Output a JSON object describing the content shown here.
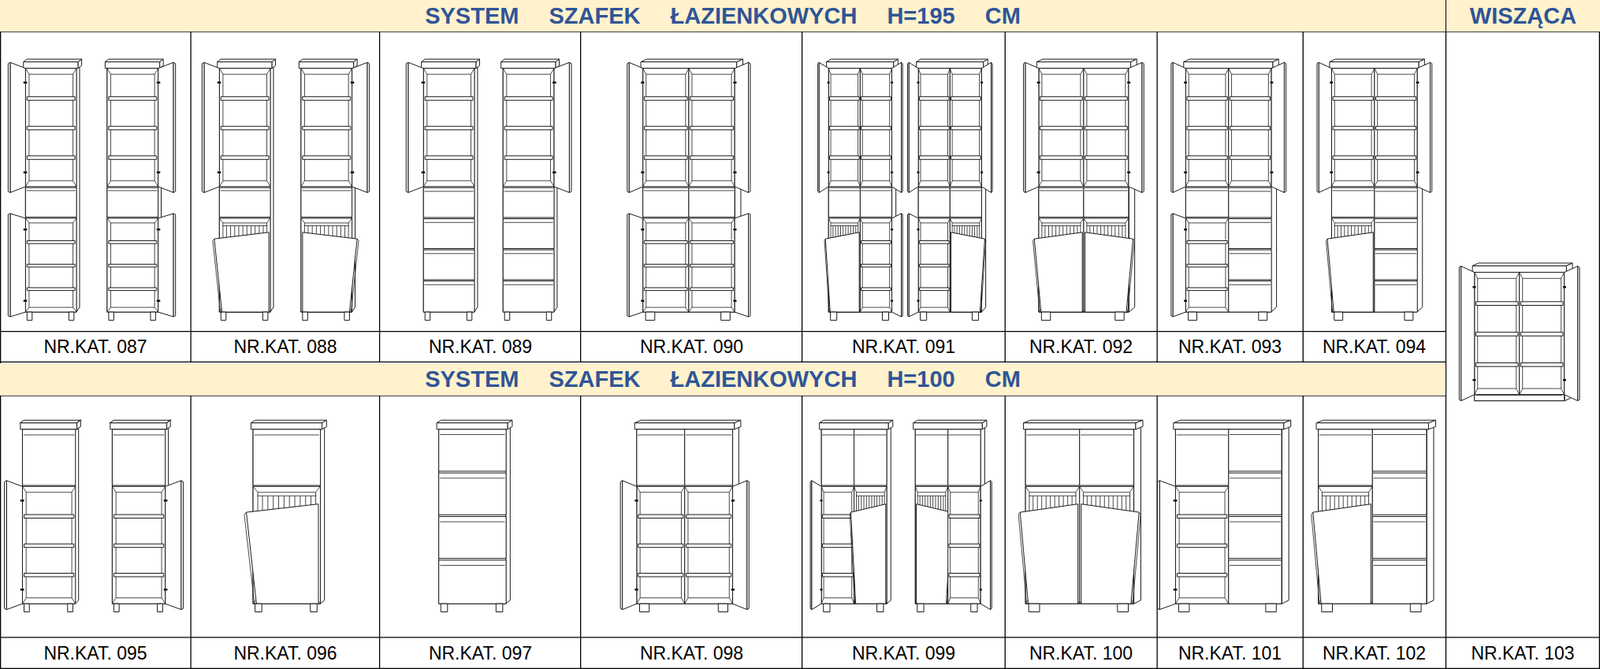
{
  "diagram": {
    "nodes": [
      {
        "text": [
          "SYSTEM SZAFEK ŁAZIENKOWYCH H=195 CM"
        ]
      },
      {
        "text": [
          "WISZĄCA"
        ]
      },
      {
        "text": [
          "SYSTEM SZAFEK ŁAZIENKOWYCH H=100 CM"
        ]
      }
    ],
    "labels": [
      "NR.KAT. 087",
      "NR.KAT. 088",
      "NR.KAT. 089",
      "NR.KAT. 090",
      "NR.KAT. 091",
      "NR.KAT. 092",
      "NR.KAT. 093",
      "NR.KAT. 094",
      "NR.KAT. 095",
      "NR.KAT. 096",
      "NR.KAT. 097",
      "NR.KAT. 098",
      "NR.KAT. 099",
      "NR.KAT. 100",
      "NR.KAT. 101",
      "NR.KAT. 102",
      "NR.KAT. 103"
    ]
  }
}
